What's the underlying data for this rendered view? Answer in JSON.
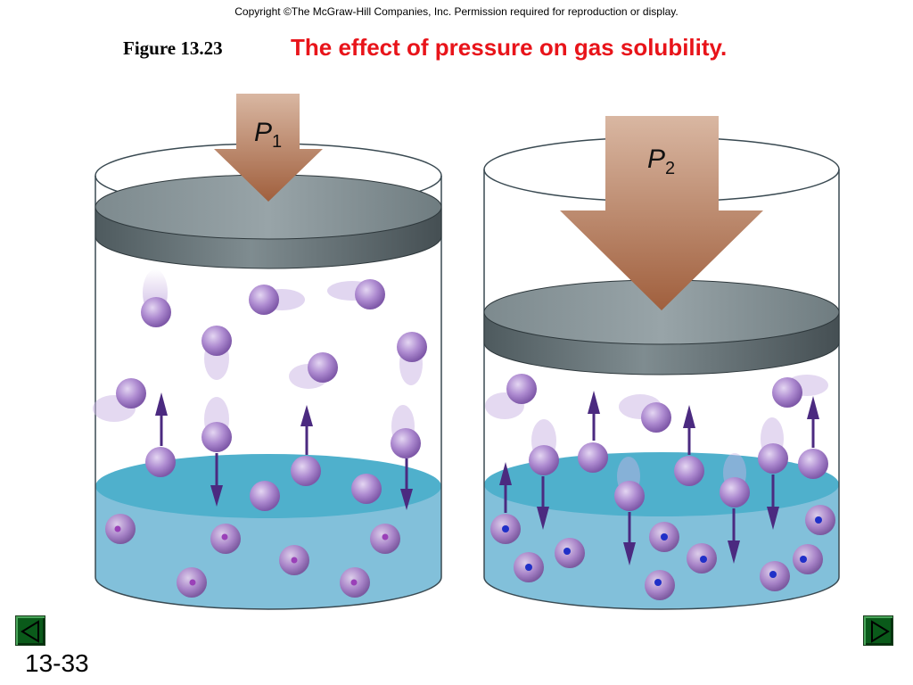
{
  "header": {
    "copyright": "Copyright ©The McGraw-Hill Companies, Inc.  Permission required for reproduction or display.",
    "figure_label": "Figure 13.23",
    "figure_title": "The effect of pressure on gas solubility."
  },
  "diagram": {
    "left_pressure_letter": "P",
    "left_pressure_subscript": "1",
    "right_pressure_letter": "P",
    "right_pressure_subscript": "2"
  },
  "colors": {
    "title_red": "#e8141a",
    "arrow_brown": "#b06a4a",
    "piston_gray": "#6f7c80",
    "liquid_blue": "#6fb7d3",
    "gas_purple": "#a37fc8",
    "dissolved_dot": "#2030c8",
    "up_down_arrow": "#4b2a80",
    "nav_green": "#0a5a1a"
  },
  "icons": {
    "prev": "left-triangle-icon",
    "next": "right-triangle-icon"
  },
  "footer": {
    "slide_number": "13-33"
  }
}
